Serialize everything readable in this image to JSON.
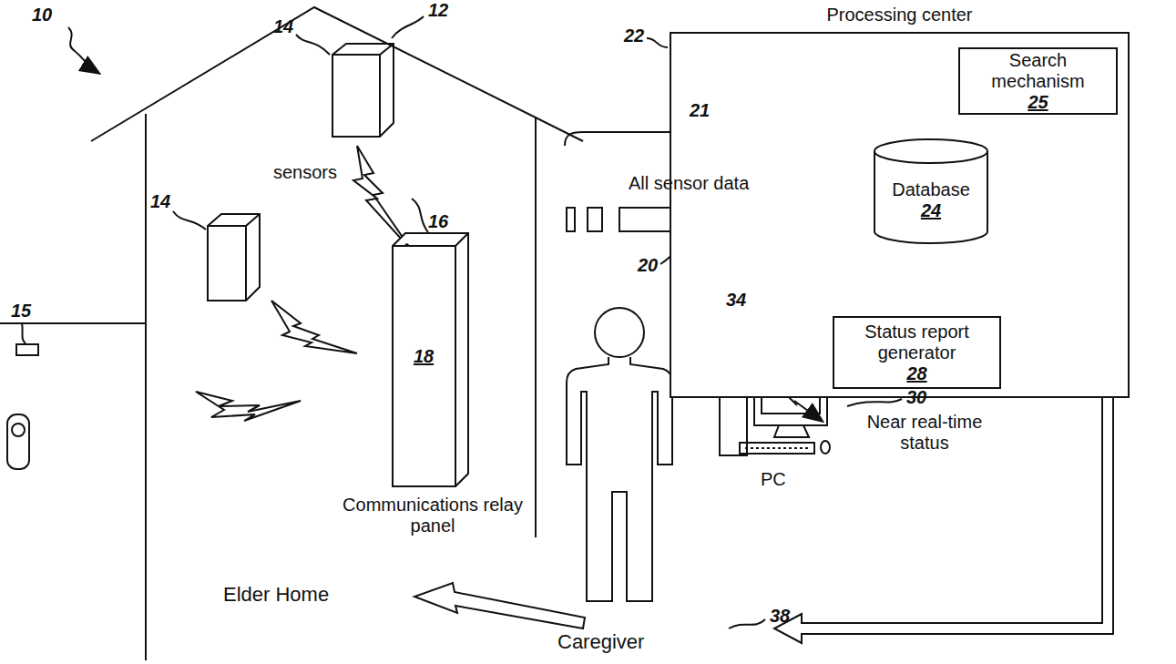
{
  "diagram": {
    "nodes": [
      {
        "text": [
          "Processing center"
        ]
      },
      {
        "text": [
          "Search mechanism",
          "25"
        ],
        "in": 0
      },
      {
        "text": [
          "Database",
          "24"
        ],
        "in": 0
      },
      {
        "text": [
          "Status report generator",
          "28"
        ],
        "in": 0
      },
      {
        "text": [
          "18",
          "Communications relay panel"
        ]
      }
    ],
    "labels": [
      "10",
      "12",
      "14",
      "sensors",
      "14",
      "16",
      "15",
      "21",
      "All sensor data",
      "20",
      "22",
      "34",
      "30",
      "Near real-time status",
      "PC",
      "Elder Home",
      "38",
      "Caregiver"
    ]
  }
}
